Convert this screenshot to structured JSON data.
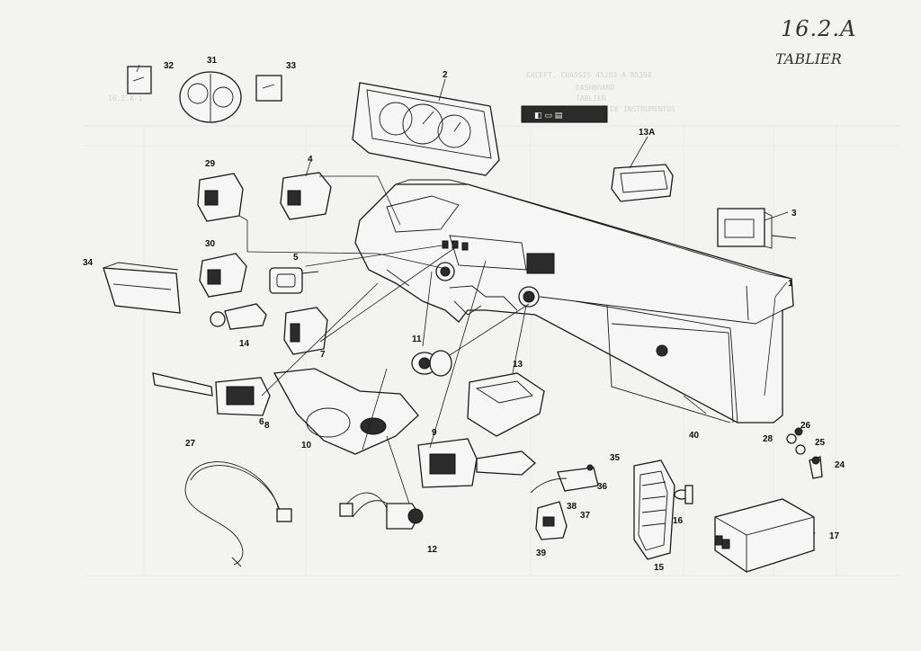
{
  "sheet": {
    "page_code": "16.2.A",
    "section_name": "TABLIER"
  },
  "callouts": [
    {
      "label": "1"
    },
    {
      "label": "2"
    },
    {
      "label": "3"
    },
    {
      "label": "4"
    },
    {
      "label": "5"
    },
    {
      "label": "6"
    },
    {
      "label": "7"
    },
    {
      "label": "8"
    },
    {
      "label": "9"
    },
    {
      "label": "10"
    },
    {
      "label": "11"
    },
    {
      "label": "12"
    },
    {
      "label": "13"
    },
    {
      "label": "13A"
    },
    {
      "label": "14"
    },
    {
      "label": "15"
    },
    {
      "label": "16"
    },
    {
      "label": "17"
    },
    {
      "label": "24"
    },
    {
      "label": "25"
    },
    {
      "label": "26"
    },
    {
      "label": "27"
    },
    {
      "label": "28"
    },
    {
      "label": "29"
    },
    {
      "label": "30"
    },
    {
      "label": "31"
    },
    {
      "label": "32"
    },
    {
      "label": "33"
    },
    {
      "label": "34"
    },
    {
      "label": "35"
    },
    {
      "label": "36"
    },
    {
      "label": "37"
    },
    {
      "label": "38"
    },
    {
      "label": "39"
    },
    {
      "label": "40"
    }
  ],
  "bleed_through": {
    "header_line_1": "EXCEPT. CHASSIS 45283 A 85398",
    "header_line_2": "DASHBOARD",
    "header_line_3": "TABLIER",
    "header_line_4": "TABLERO DE INSTRUMENTOS",
    "ref_code": "16.2.A-1"
  }
}
